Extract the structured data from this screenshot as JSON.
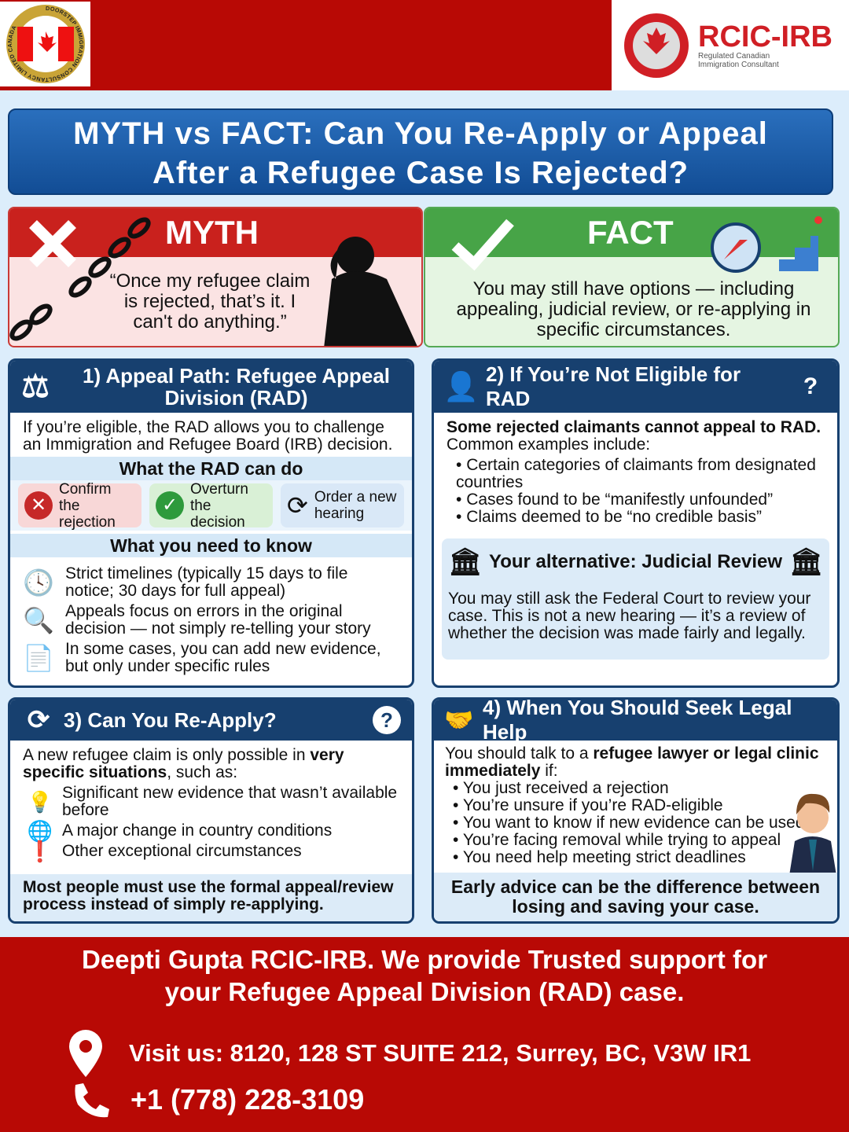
{
  "header": {
    "left_logo_text": "DOORSTEP IMMIGRATION CONSULTANCY LIMITED CANADA",
    "right_logo": {
      "title": "RCIC-IRB",
      "subtitle_1": "Regulated Canadian",
      "subtitle_2": "Immigration Consultant"
    },
    "brand_color": "#b80905"
  },
  "title": {
    "line1": "MYTH vs FACT: Can You Re-Apply or Appeal",
    "line2": "After a Refugee Case Is Rejected?"
  },
  "myth": {
    "label": "MYTH",
    "text": "“Once my refugee claim is rejected, that’s it. I can't do anything.”"
  },
  "fact": {
    "label": "FACT",
    "text": "You may still have options — including appealing, judicial review, or re-applying in specific circumstances."
  },
  "section1": {
    "title": "1) Appeal Path: Refugee Appeal Division (RAD)",
    "intro": "If you’re eligible, the RAD allows you to challenge an Immigration and Refugee Board (IRB) decision.",
    "can_do_heading": "What the RAD can do",
    "options": [
      {
        "label": "Confirm the rejection",
        "icon": "x-circle-icon"
      },
      {
        "label": "Overturn the decision",
        "icon": "check-circle-icon"
      },
      {
        "label": "Order a new hearing",
        "icon": "refresh-icon"
      }
    ],
    "know_heading": "What you need to know",
    "points": [
      {
        "icon": "clock-icon",
        "text": "Strict timelines (typically 15 days to file notice; 30 days for full appeal)"
      },
      {
        "icon": "magnifier-icon",
        "text": "Appeals focus on errors in the original decision — not simply re-telling your story"
      },
      {
        "icon": "document-icon",
        "text": "In some cases, you can add new evidence, but only under specific rules"
      }
    ]
  },
  "section2": {
    "title": "2) If You’re Not Eligible for RAD",
    "intro_bold": "Some rejected claimants cannot appeal to RAD.",
    "intro": "Common examples include:",
    "items": [
      "Certain categories of claimants from designated countries",
      "Cases found to be “manifestly unfounded”",
      "Claims deemed to be “no credible basis”"
    ],
    "alt_title": "Your alternative: Judicial Review",
    "alt_text": "You may still ask the Federal Court to review your case. This is not a new hearing — it’s a review of whether the decision was made fairly and legally."
  },
  "section3": {
    "title": "3) Can You Re-Apply?",
    "intro_a": "A new refugee claim is only possible in ",
    "intro_b": "very specific situations",
    "intro_c": ", such as:",
    "items": [
      {
        "icon": "lightbulb-icon",
        "text": "Significant new evidence that wasn’t available before"
      },
      {
        "icon": "globe-icon",
        "text": "A major change in country conditions"
      },
      {
        "icon": "exclamation-icon",
        "text": "Other exceptional circumstances"
      }
    ],
    "note": "Most people must use the formal appeal/review process instead of simply re-applying."
  },
  "section4": {
    "title": "4) When You Should Seek Legal Help",
    "intro_a": "You should talk to a ",
    "intro_b": "refugee lawyer or legal clinic immediately",
    "intro_c": " if:",
    "items": [
      "You just received a rejection",
      "You’re unsure if you’re RAD-eligible",
      "You want to know if new evidence can be used",
      "You’re facing removal while trying to appeal",
      "You need help meeting strict deadlines"
    ],
    "note": "Early advice can be the difference between losing and saving your case."
  },
  "footer": {
    "line1": "Deepti Gupta RCIC-IRB. We provide Trusted support for",
    "line2": "your Refugee Appeal Division (RAD) case.",
    "address": "Visit us: 8120, 128 ST SUITE 212, Surrey, BC, V3W IR1",
    "phone": "+1 (778) 228-3109"
  }
}
